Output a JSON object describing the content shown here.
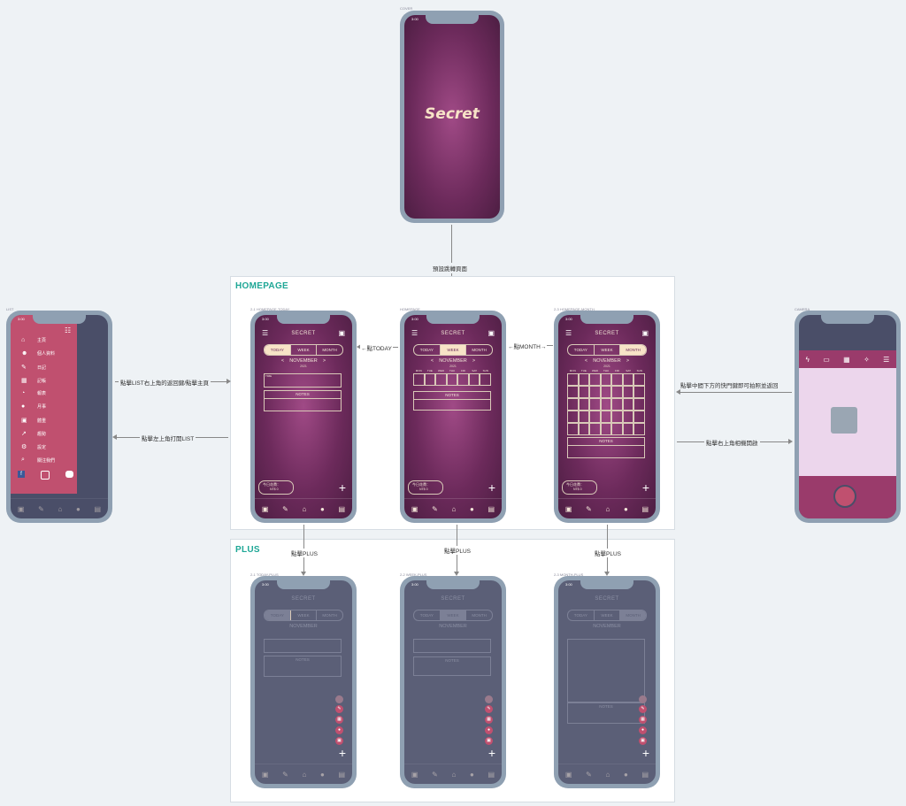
{
  "screens": {
    "cover": {
      "label": "COVER",
      "title": "Secret"
    },
    "list": {
      "label": "LIST"
    },
    "camera": {
      "label": "CAMERA"
    },
    "today": {
      "label": "2-1 HOMEPAGE-TODAY"
    },
    "week": {
      "label": "HOMEPAGE"
    },
    "month": {
      "label": "2-3 HOMEPAGE-MONTH"
    },
    "today_plus": {
      "label": "2-1 TODAY-PLUS"
    },
    "week_plus": {
      "label": "2-2 WEEK-PLUS"
    },
    "month_plus": {
      "label": "2-3 MONTH-PLUS"
    }
  },
  "status": {
    "time": "3:00"
  },
  "app": {
    "title": "SECRET",
    "tabs": [
      "TODAY",
      "WEEK",
      "MONTH"
    ],
    "prev": "<",
    "month": "NOVEMBER",
    "next": ">",
    "year": "2021",
    "today_label": "TIME",
    "notes": "NOTES",
    "budget_label": "今日花費：",
    "budget_amount": "NT$ 0",
    "plus": "+",
    "weekdays": [
      "MON",
      "TUE",
      "WED",
      "THU",
      "FRI",
      "SAT",
      "SUN"
    ]
  },
  "sections": {
    "homepage": "HOMEPAGE",
    "plus": "PLUS"
  },
  "menu": {
    "items": [
      "主頁",
      "個人資料",
      "日記",
      "記帳",
      "報表",
      "月事",
      "體重",
      "趨勢",
      "設定",
      "關注我們"
    ],
    "icons": [
      "home-icon",
      "user-icon",
      "pencil-icon",
      "grid-icon",
      "chart-icon",
      "drop-icon",
      "scale-icon",
      "trend-icon",
      "gear-icon",
      "search-icon"
    ]
  },
  "arrows": {
    "default_jump": "預設跳轉頁面",
    "click_today": "←點TODAY",
    "click_month": "←點MONTH→",
    "list_return": "點擊LIST右上角的返回鍵/點擊主頁",
    "open_list": "點擊左上角打開LIST",
    "shutter": "點擊中間下方的快門鍵即可拍照並返回",
    "camera_open": "點擊右上角相機開啟",
    "plus_today": "點擊PLUS",
    "plus_week": "點擊PLUS",
    "plus_month": "點擊PLUS"
  },
  "colors": {
    "purple": "#6c2a5b",
    "accent": "#c0506f",
    "teal": "#1ea796",
    "camera_bg": "#9a3b6b"
  }
}
